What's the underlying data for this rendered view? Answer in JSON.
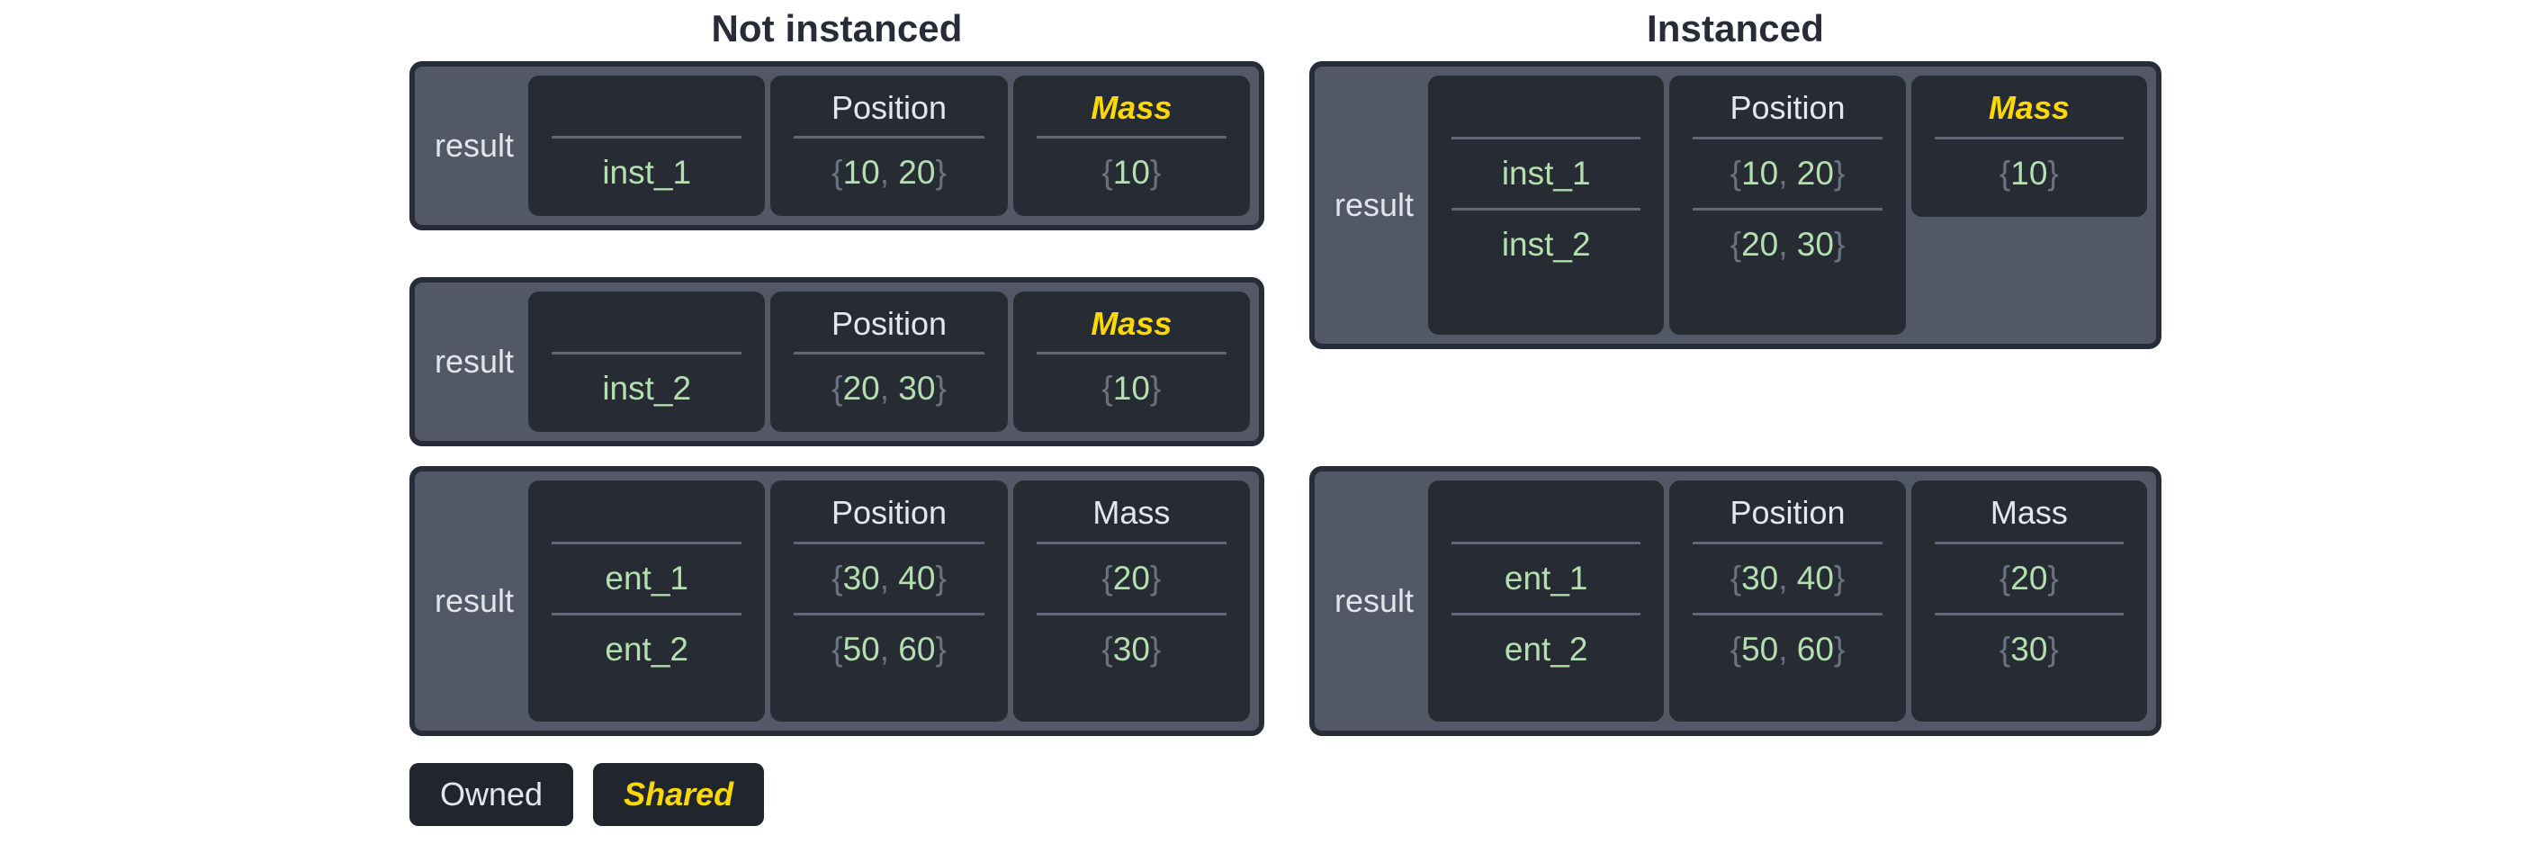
{
  "titles": {
    "left": "Not instanced",
    "right": "Instanced"
  },
  "colors": {
    "page_background": "#ffffff",
    "title_text": "#272c38",
    "panel_background": "#535866",
    "panel_border": "#272c38",
    "cell_background": "#262b34",
    "owned_text": "#e4e7ee",
    "shared_text": "#ffd800",
    "value_text": "#b4dfaf",
    "brace_text": "#6b7281",
    "divider": "#616778"
  },
  "panels": {
    "left_1": {
      "label": "result",
      "columns": [
        {
          "header": "",
          "shared": false,
          "rows": [
            "inst_1"
          ],
          "kind": "name"
        },
        {
          "header": "Position",
          "shared": false,
          "rows": [
            "{10, 20}"
          ],
          "kind": "value"
        },
        {
          "header": "Mass",
          "shared": true,
          "rows": [
            "{10}"
          ],
          "kind": "value"
        }
      ]
    },
    "left_2": {
      "label": "result",
      "columns": [
        {
          "header": "",
          "shared": false,
          "rows": [
            "inst_2"
          ],
          "kind": "name"
        },
        {
          "header": "Position",
          "shared": false,
          "rows": [
            "{20, 30}"
          ],
          "kind": "value"
        },
        {
          "header": "Mass",
          "shared": true,
          "rows": [
            "{10}"
          ],
          "kind": "value"
        }
      ]
    },
    "left_3": {
      "label": "result",
      "columns": [
        {
          "header": "",
          "shared": false,
          "rows": [
            "ent_1",
            "ent_2"
          ],
          "kind": "name"
        },
        {
          "header": "Position",
          "shared": false,
          "rows": [
            "{30, 40}",
            "{50, 60}"
          ],
          "kind": "value"
        },
        {
          "header": "Mass",
          "shared": false,
          "rows": [
            "{20}",
            "{30}"
          ],
          "kind": "value"
        }
      ]
    },
    "right_1": {
      "label": "result",
      "columns": [
        {
          "header": "",
          "shared": false,
          "rows": [
            "inst_1",
            "inst_2"
          ],
          "kind": "name"
        },
        {
          "header": "Position",
          "shared": false,
          "rows": [
            "{10, 20}",
            "{20, 30}"
          ],
          "kind": "value"
        },
        {
          "header": "Mass",
          "shared": true,
          "rows": [
            "{10}"
          ],
          "kind": "value"
        }
      ]
    },
    "right_2": {
      "label": "result",
      "columns": [
        {
          "header": "",
          "shared": false,
          "rows": [
            "ent_1",
            "ent_2"
          ],
          "kind": "name"
        },
        {
          "header": "Position",
          "shared": false,
          "rows": [
            "{30, 40}",
            "{50, 60}"
          ],
          "kind": "value"
        },
        {
          "header": "Mass",
          "shared": false,
          "rows": [
            "{20}",
            "{30}"
          ],
          "kind": "value"
        }
      ]
    }
  },
  "legend": {
    "owned": "Owned",
    "shared": "Shared"
  }
}
